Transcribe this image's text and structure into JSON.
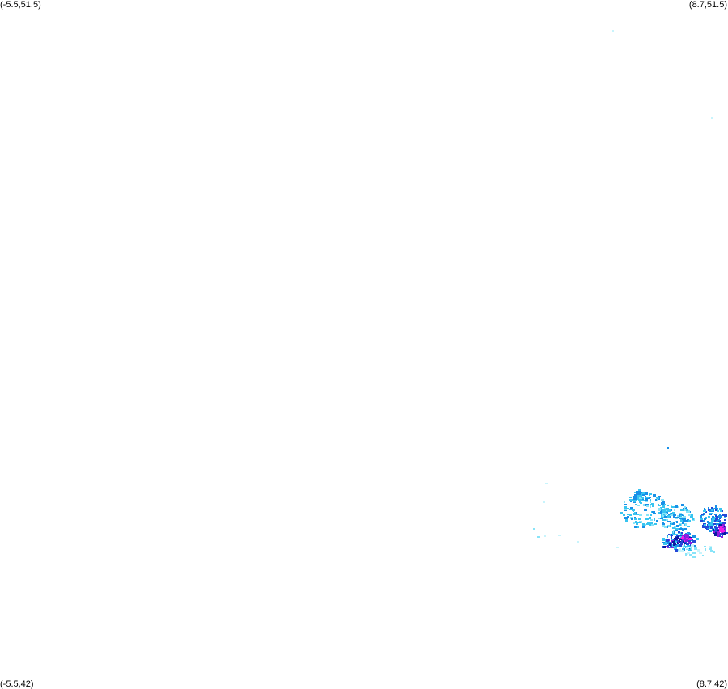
{
  "map": {
    "corners": {
      "top_left": "(-5.5,51.5)",
      "top_right": "(8.7,51.5)",
      "bottom_left": "(-5.5,42)",
      "bottom_right": "(8.7,42)"
    },
    "extent": {
      "lon_min": -5.5,
      "lon_max": 8.7,
      "lat_min": 42,
      "lat_max": 51.5
    },
    "background_color": "#ffffff",
    "reflectivity_colors": {
      "very_light": "#c8f4fc",
      "light": "#88e4f8",
      "light_blue": "#38c4f0",
      "medium_blue": "#1890e8",
      "blue": "#2448d8",
      "dark_blue": "#0a1aa0",
      "purple": "#8c1ce0",
      "magenta": "#f01ce8"
    }
  }
}
